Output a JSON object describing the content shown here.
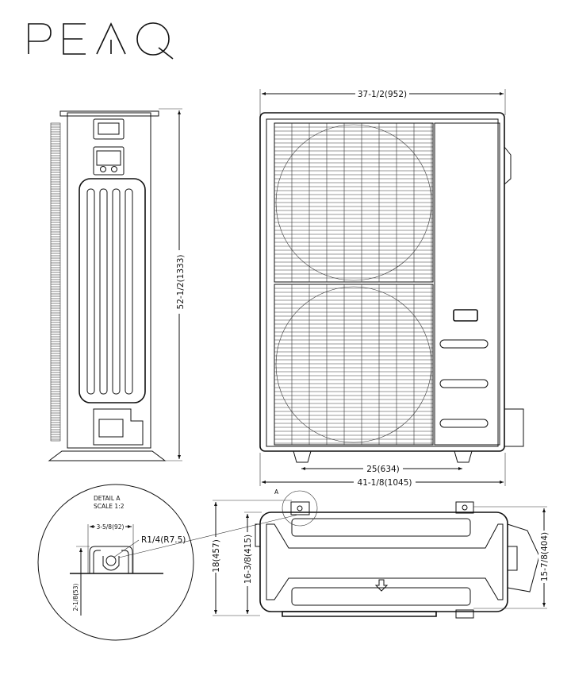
{
  "logo": {
    "text": "PEAQ"
  },
  "side_view": {
    "height_dim": "52-1/2(1333)"
  },
  "front_view": {
    "width_dim": "37-1/2(952)",
    "feet_spacing_dim": "25(634)",
    "overall_width_dim": "41-1/8(1045)"
  },
  "top_view": {
    "detail_marker": "A",
    "depth_dim": "18(457)",
    "body_depth_dim": "16-3/8(415)",
    "right_depth_dim": "15-7/8(404)"
  },
  "detail": {
    "title": "DETAIL A",
    "scale": "SCALE 1:2",
    "width_dim": "3-5/8(92)",
    "radius_dim": "R1/4(R7.5)",
    "height_dim": "2-1/8(53)"
  }
}
